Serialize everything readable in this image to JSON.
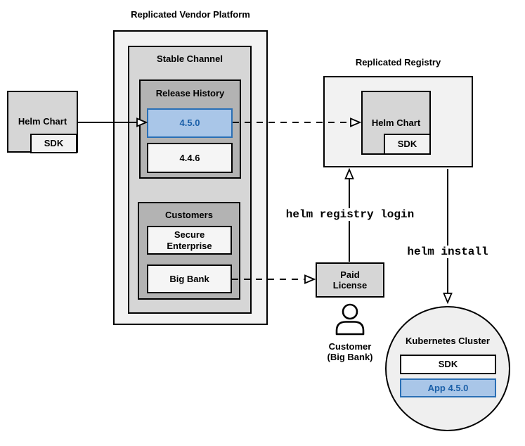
{
  "vendor_platform": {
    "title": "Replicated Vendor Platform",
    "stable_channel": {
      "label": "Stable Channel",
      "release_history": {
        "label": "Release History",
        "versions": [
          "4.5.0",
          "4.4.6"
        ],
        "highlighted_version": "4.5.0"
      },
      "customers": {
        "label": "Customers",
        "items": [
          "Secure Enterprise",
          "Big Bank"
        ]
      }
    }
  },
  "helm_chart_source": {
    "label": "Helm Chart",
    "sdk_label": "SDK"
  },
  "registry": {
    "title": "Replicated Registry",
    "helm_chart": {
      "label": "Helm Chart",
      "sdk_label": "SDK"
    }
  },
  "paid_license": {
    "lines": [
      "Paid",
      "License"
    ]
  },
  "customer": {
    "lines": [
      "Customer",
      "(Big Bank)"
    ]
  },
  "commands": {
    "registry_login": "helm registry login",
    "install": "helm install"
  },
  "kubernetes": {
    "title": "Kubernetes Cluster",
    "sdk_label": "SDK",
    "app_label": "App 4.5.0"
  },
  "icons": {
    "customer": "person-icon"
  },
  "colors": {
    "highlight_fill": "#a9c6e8",
    "highlight_border": "#2a6fb5",
    "highlight_text": "#1a5fa8",
    "box_light": "#f2f2f2",
    "box_medium": "#d6d6d6",
    "box_dark": "#b3b3b3",
    "box_white": "#f5f5f5",
    "stroke": "#000000"
  }
}
